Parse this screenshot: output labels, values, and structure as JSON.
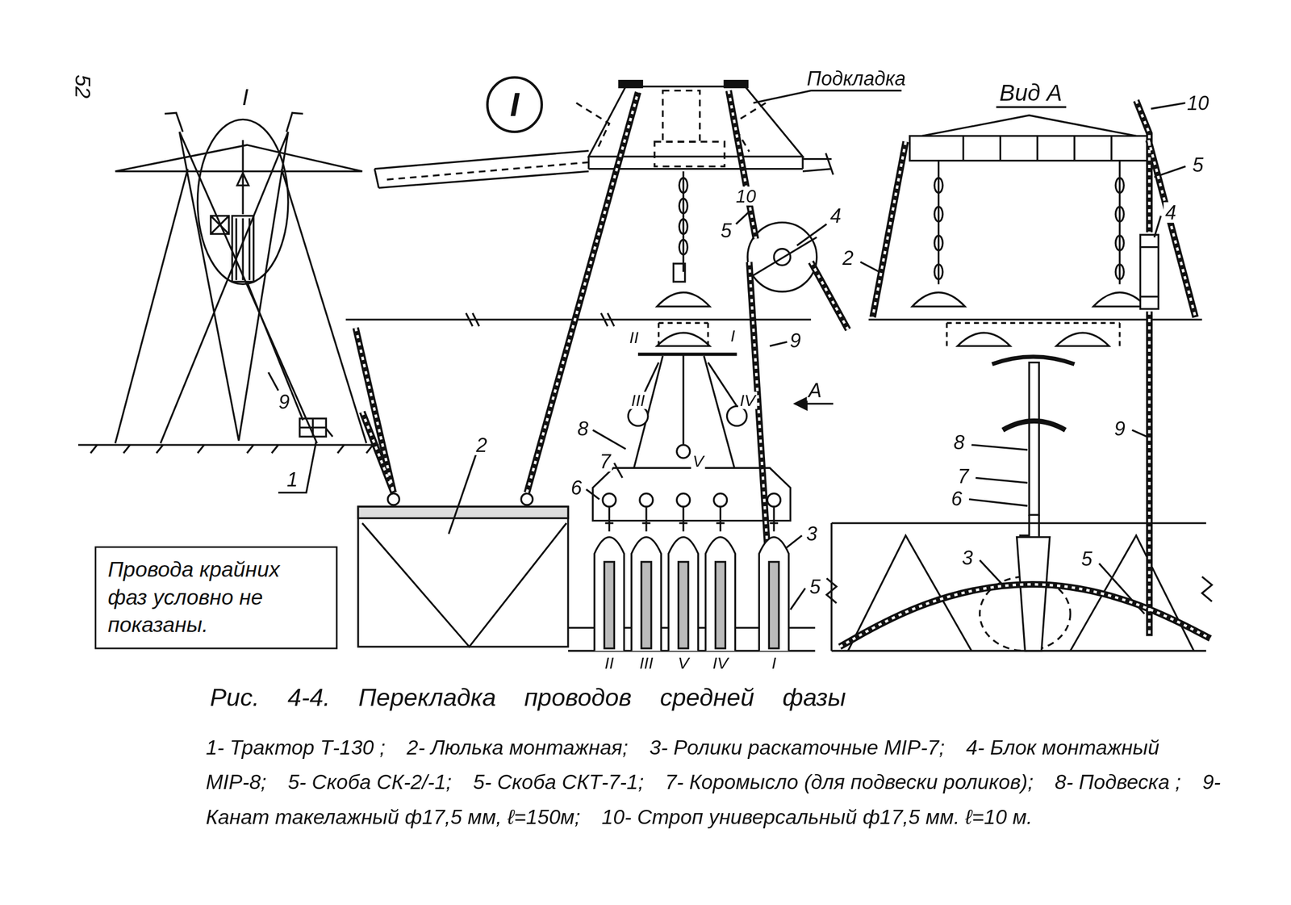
{
  "diagram": {
    "caption": "Рис. 4-4. Перекладка проводов средней фазы",
    "nodes": [
      {
        "text": [
          "I"
        ]
      },
      {
        "text": [
          "Провода крайних фаз условно не показаны."
        ]
      }
    ],
    "labels": [
      "52",
      "I",
      "1",
      "9",
      "Подкладка",
      "4",
      "10",
      "5",
      "II",
      "I",
      "III",
      "IV",
      "V",
      "9",
      "А",
      "8",
      "7",
      "6",
      "2",
      "3",
      "5",
      "II",
      "III",
      "V",
      "IV",
      "I",
      "Вид А",
      "10",
      "5",
      "4",
      "2",
      "8",
      "9",
      "7",
      "6",
      "3",
      "5",
      "1- Трактор Т-130 ;",
      "2- Люлька монтажная;",
      "3- Ролики раскаточные МІР-7;",
      "4- Блок монтажный МІР-8;",
      "5- Скоба СК-2/-1;",
      "5- Скоба СКТ-7-1;",
      "7- Коромысло (для подвески роликов);",
      "8- Подвеска ;",
      "9- Канат такелажный ф17,5 мм, ℓ=150м;",
      "10- Строп универсальный ф17,5 мм. ℓ=10 м."
    ]
  }
}
